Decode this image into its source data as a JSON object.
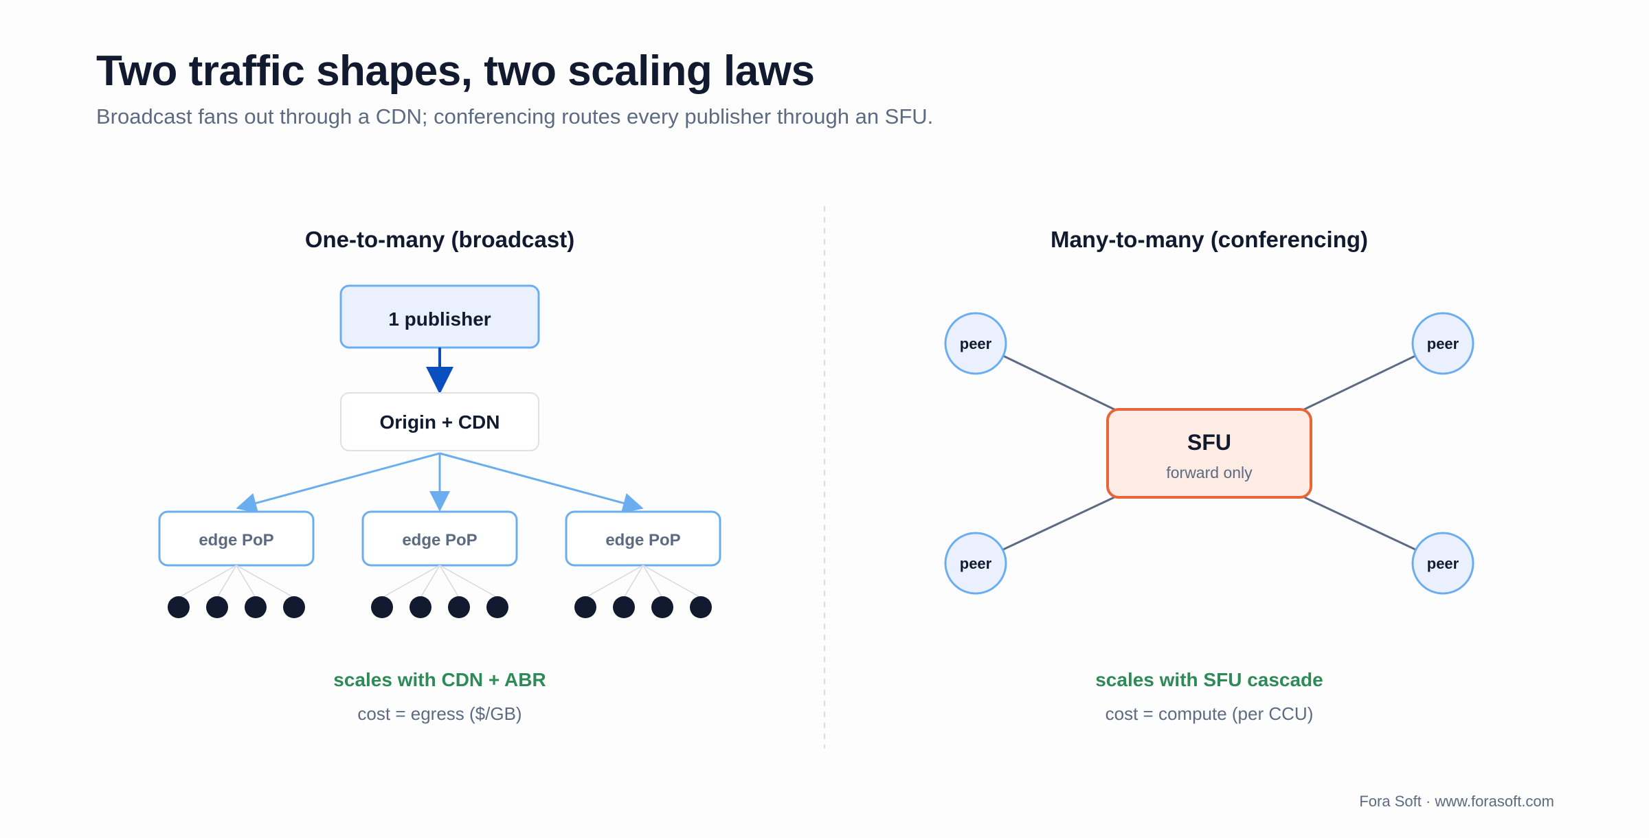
{
  "header": {
    "title": "Two traffic shapes, two scaling laws",
    "subtitle": "Broadcast fans out through a CDN; conferencing routes every publisher through an SFU."
  },
  "broadcast": {
    "heading": "One-to-many (broadcast)",
    "publisher": "1 publisher",
    "origin": "Origin + CDN",
    "edges": [
      "edge PoP",
      "edge PoP",
      "edge PoP"
    ],
    "viewers_per_edge": 4,
    "scaling": "scales with CDN + ABR",
    "cost": "cost = egress ($/GB)"
  },
  "conferencing": {
    "heading": "Many-to-many (conferencing)",
    "peers": [
      "peer",
      "peer",
      "peer",
      "peer"
    ],
    "sfu": "SFU",
    "sfu_sub": "forward only",
    "scaling": "scales with SFU cascade",
    "cost": "cost = compute (per CCU)"
  },
  "footer": "Fora Soft · www.forasoft.com",
  "colors": {
    "blue_fill": "#eaf0fd",
    "blue_stroke": "#6aaef0",
    "arrow_dark": "#0b4fbf",
    "sfu_fill": "#fdece4",
    "sfu_stroke": "#e8653a",
    "green": "#2e8b57",
    "viewer": "#111a2e"
  }
}
